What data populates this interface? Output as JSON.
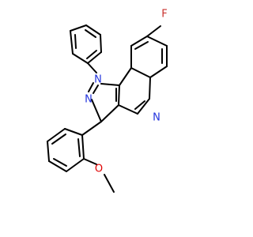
{
  "molecule": {
    "atoms": [
      {
        "id": "fluorine",
        "label": "F",
        "color": "#c9302c"
      },
      {
        "id": "n1",
        "label": "N",
        "color": "#2233dd"
      },
      {
        "id": "n2",
        "label": "N",
        "color": "#2233dd"
      },
      {
        "id": "n5",
        "label": "N",
        "color": "#2233dd"
      },
      {
        "id": "oxygen",
        "label": "O",
        "color": "#e00000"
      }
    ],
    "bond_color": "#000000"
  }
}
